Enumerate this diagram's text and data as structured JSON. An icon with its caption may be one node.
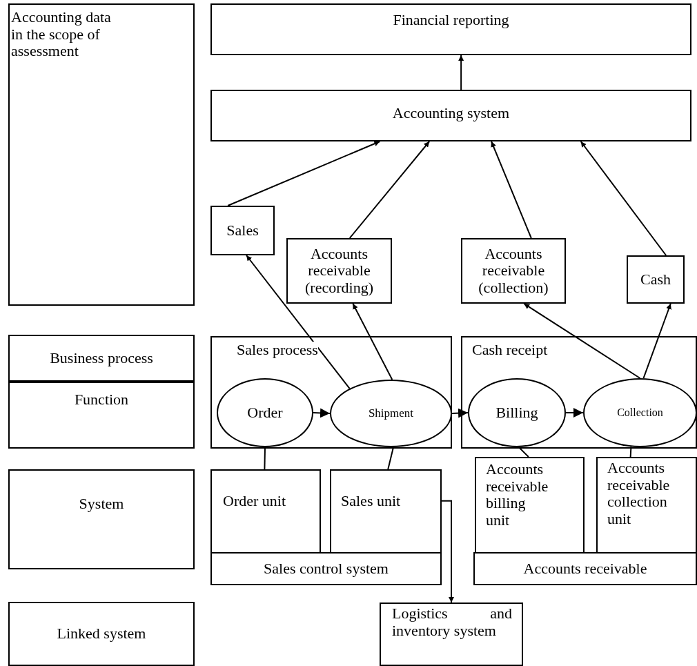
{
  "diagram": {
    "nodes": [
      {
        "text": [
          "Accounting data in the scope of assessment"
        ]
      },
      {
        "text": [
          "Financial reporting"
        ]
      },
      {
        "text": [
          "Accounting system"
        ]
      },
      {
        "text": [
          "Sales"
        ]
      },
      {
        "text": [
          "Accounts receivable (recording)"
        ]
      },
      {
        "text": [
          "Accounts receivable (collection)"
        ]
      },
      {
        "text": [
          "Cash"
        ]
      },
      {
        "text": [
          "Business process"
        ]
      },
      {
        "text": [
          "Function"
        ]
      },
      {
        "text": [
          "Sales process"
        ]
      },
      {
        "text": [
          "Order"
        ],
        "in": 9
      },
      {
        "text": [
          "Shipment"
        ],
        "in": 9
      },
      {
        "text": [
          "Cash receipt"
        ]
      },
      {
        "text": [
          "Billing"
        ],
        "in": 12
      },
      {
        "text": [
          "Collection"
        ],
        "in": 12
      },
      {
        "text": [
          "System"
        ]
      },
      {
        "text": [
          "Order unit"
        ]
      },
      {
        "text": [
          "Sales unit"
        ]
      },
      {
        "text": [
          "Sales control system"
        ]
      },
      {
        "text": [
          "Accounts receivable billing unit"
        ]
      },
      {
        "text": [
          "Accounts receivable collection unit"
        ]
      },
      {
        "text": [
          "Accounts receivable"
        ]
      },
      {
        "text": [
          "Linked system"
        ]
      },
      {
        "text": [
          "Logistics and inventory system"
        ]
      }
    ],
    "edges": [
      {
        "from": 2,
        "to": 1,
        "arrow": "to"
      },
      {
        "from": 3,
        "to": 2,
        "arrow": "to"
      },
      {
        "from": 4,
        "to": 2,
        "arrow": "to"
      },
      {
        "from": 5,
        "to": 2,
        "arrow": "to"
      },
      {
        "from": 6,
        "to": 2,
        "arrow": "to"
      },
      {
        "from": 11,
        "to": 3,
        "arrow": "to"
      },
      {
        "from": 11,
        "to": 4,
        "arrow": "to"
      },
      {
        "from": 14,
        "to": 5,
        "arrow": "to"
      },
      {
        "from": 14,
        "to": 6,
        "arrow": "to"
      },
      {
        "from": 10,
        "to": 11,
        "arrow": "to"
      },
      {
        "from": 11,
        "to": 13,
        "arrow": "to"
      },
      {
        "from": 13,
        "to": 14,
        "arrow": "to"
      },
      {
        "from": 10,
        "to": 16,
        "arrow": "none"
      },
      {
        "from": 11,
        "to": 17,
        "arrow": "none"
      },
      {
        "from": 13,
        "to": 19,
        "arrow": "none"
      },
      {
        "from": 14,
        "to": 20,
        "arrow": "none"
      },
      {
        "from": 17,
        "to": 23,
        "arrow": "to"
      }
    ]
  }
}
